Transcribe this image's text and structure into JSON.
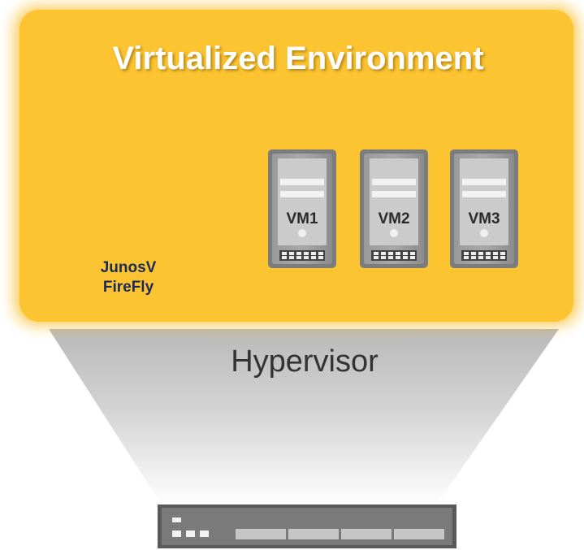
{
  "environment": {
    "title": "Virtualized Environment",
    "fill_color": "#fcc431",
    "platform_line1": "JunosV",
    "platform_line2": "FireFly"
  },
  "vms": [
    {
      "label": "VM1"
    },
    {
      "label": "VM2"
    },
    {
      "label": "VM3"
    }
  ],
  "hypervisor": {
    "label": "Hypervisor"
  },
  "hardware": {
    "icon": "server-appliance-icon"
  }
}
